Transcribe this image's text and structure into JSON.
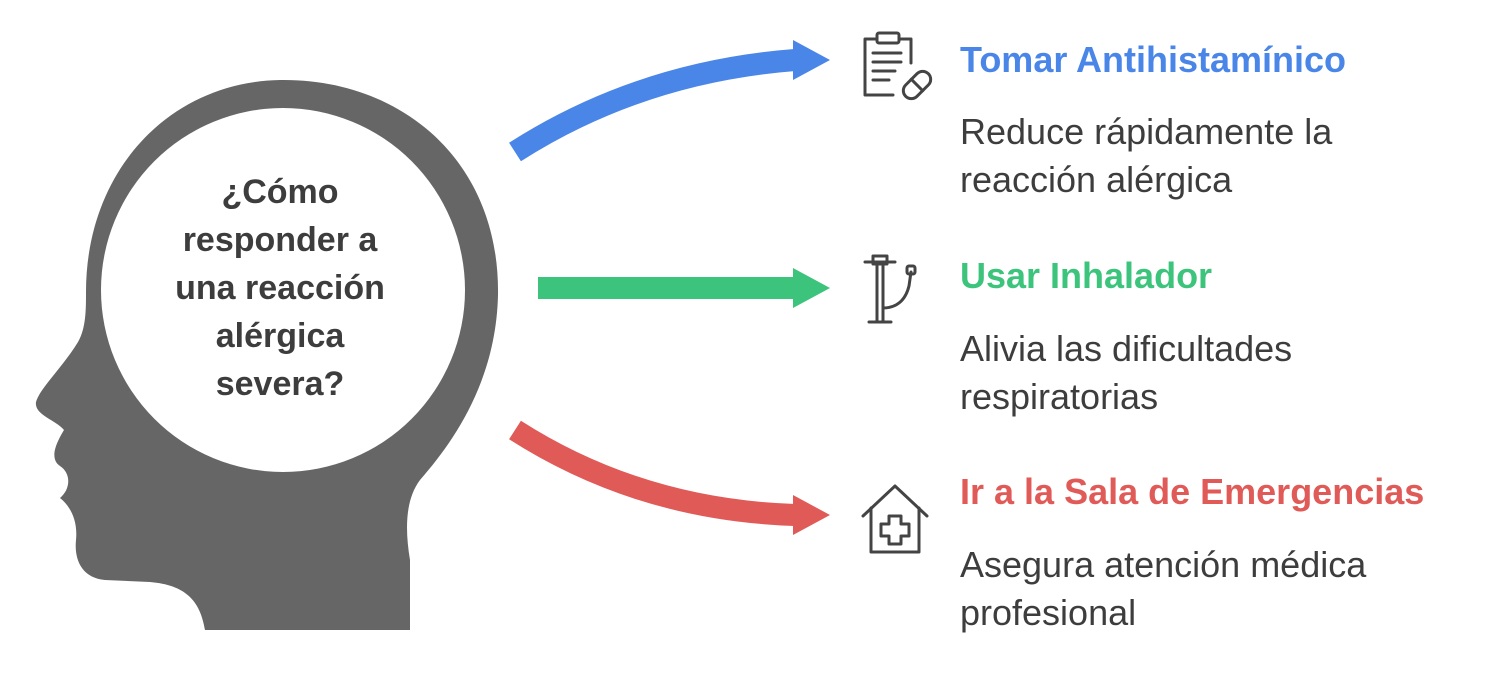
{
  "question": {
    "lines": [
      "¿Cómo",
      "responder a",
      "una reacción",
      "alérgica",
      "severa?"
    ]
  },
  "options": [
    {
      "title": "Tomar Antihistamínico",
      "desc_lines": [
        "Reduce rápidamente la",
        "reacción alérgica"
      ],
      "color": "#4a86e8",
      "icon": "clipboard-pill-icon"
    },
    {
      "title": "Usar Inhalador",
      "desc_lines": [
        "Alivia las dificultades",
        "respiratorias"
      ],
      "color": "#3cc47c",
      "icon": "inhaler-icon"
    },
    {
      "title": "Ir a la Sala de Emergencias",
      "desc_lines": [
        "Asegura atención médica",
        "profesional"
      ],
      "color": "#e05a57",
      "icon": "hospital-house-icon"
    }
  ],
  "colors": {
    "head": "#666666",
    "text": "#3d3d3d",
    "icon_stroke": "#444444"
  }
}
